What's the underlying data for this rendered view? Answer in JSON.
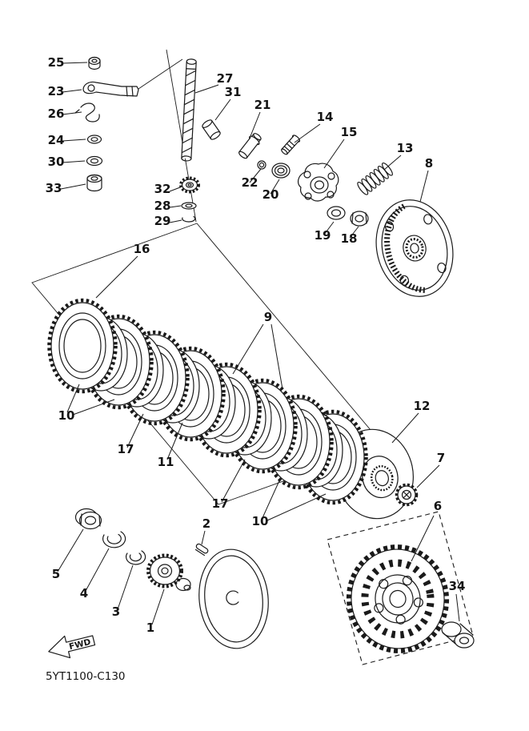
{
  "diagram": {
    "code": "5YT1100-C130",
    "fwd": "FWD",
    "ink_color": "#1a1a1a",
    "paper_color": "#ffffff"
  },
  "labels": [
    "25",
    "23",
    "26",
    "24",
    "30",
    "33",
    "27",
    "31",
    "21",
    "14",
    "15",
    "13",
    "8",
    "22",
    "20",
    "32",
    "28",
    "29",
    "19",
    "18",
    "16",
    "9",
    "10",
    "17",
    "11",
    "17",
    "10",
    "12",
    "7",
    "2",
    "5",
    "4",
    "3",
    "1",
    "6",
    "34"
  ]
}
